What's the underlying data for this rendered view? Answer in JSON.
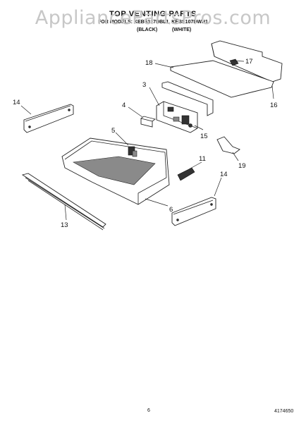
{
  "header": {
    "watermark": "AppliancePartsPros.com",
    "title": "TOP VENTING PARTS",
    "models": "FOR MODELS: KEBS107DBL1, KEBS107DWH1",
    "variant_black": "(BLACK)",
    "variant_white": "(WHITE)"
  },
  "callouts": [
    "18",
    "17",
    "3",
    "16",
    "14",
    "4",
    "15",
    "5",
    "11",
    "19",
    "14",
    "6",
    "13"
  ],
  "footer": {
    "page": "6",
    "doc_number": "4174650"
  }
}
